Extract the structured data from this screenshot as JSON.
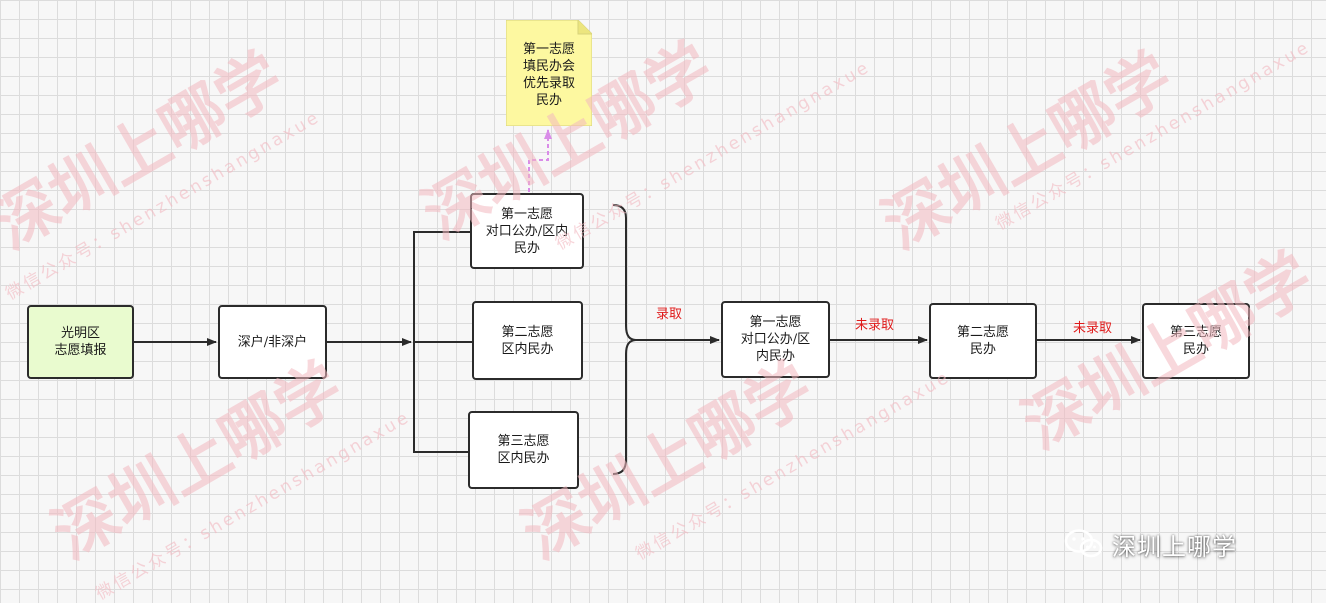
{
  "nodes": {
    "start": "光明区\n志愿填报",
    "hukou": "深户/非深户",
    "choice1": "第一志愿\n对口公办/区内\n民办",
    "choice2": "第二志愿\n区内民办",
    "choice3": "第三志愿\n区内民办",
    "admit1": "第一志愿\n对口公办/区\n内民办",
    "admit2": "第二志愿\n民办",
    "admit3": "第三志愿\n民办"
  },
  "note": "第一志愿\n填民办会\n优先录取\n民办",
  "edge_labels": {
    "admitted": "录取",
    "not_admitted_1": "未录取",
    "not_admitted_2": "未录取"
  },
  "watermark": {
    "big_text": "深圳上哪学",
    "pinyin_text": "微信公众号：shenzhenshangnaxue",
    "badge_text": "深圳上哪学",
    "color": "#f2b8c0"
  },
  "colors": {
    "start_fill": "#e9fbcf",
    "note_fill": "#fdf8a0",
    "note_arrow": "#d98ce8",
    "label_red": "#e01b1b"
  }
}
